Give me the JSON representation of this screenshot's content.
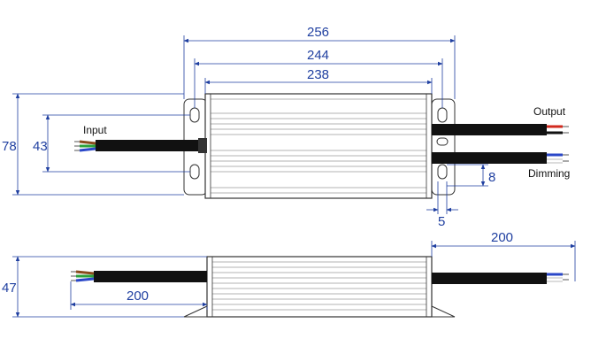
{
  "labels": {
    "input": "Input",
    "output": "Output",
    "dimming": "Dimming"
  },
  "dimensions": {
    "top_width_outer": "256",
    "top_width_holes": "244",
    "top_width_body": "238",
    "top_height_total": "78",
    "top_height_holes": "43",
    "slot_width": "8",
    "edge_offset": "5",
    "side_output_cable": "200",
    "side_input_cable": "200",
    "side_height": "47"
  },
  "colors": {
    "dimension_line": "#1f3fa0",
    "outline": "#333333",
    "cable": "#111111",
    "wire_red": "#d22a1e",
    "wire_blue": "#2a47c8",
    "wire_green": "#2aa23a",
    "wire_brown": "#8a4b1c"
  }
}
